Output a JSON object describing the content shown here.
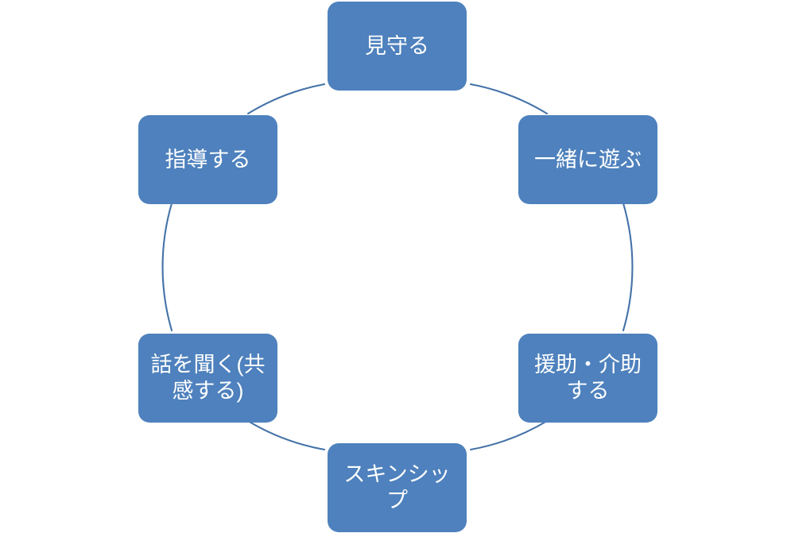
{
  "diagram": {
    "type": "cycle",
    "title": "",
    "shape": "rounded-rectangle",
    "node_fill_color": "#4E81BD",
    "node_text_color": "#FFFFFF",
    "connector_color": "#4472A8",
    "background_color": "#FFFFFF",
    "node_count": 6,
    "nodes": [
      {
        "id": "mimamoru",
        "label": "見守る",
        "position": "top"
      },
      {
        "id": "issho-ni-asobu",
        "label": "一緒に遊ぶ",
        "position": "upper-right"
      },
      {
        "id": "enjo-kaijo",
        "label": "援助・介助\nする",
        "position": "lower-right"
      },
      {
        "id": "skinship",
        "label": "スキンシッ\nプ",
        "position": "bottom"
      },
      {
        "id": "hanashi-wo-kiku",
        "label": "話を聞く(共\n感する)",
        "position": "lower-left"
      },
      {
        "id": "shidou-suru",
        "label": "指導する",
        "position": "upper-left"
      }
    ]
  }
}
